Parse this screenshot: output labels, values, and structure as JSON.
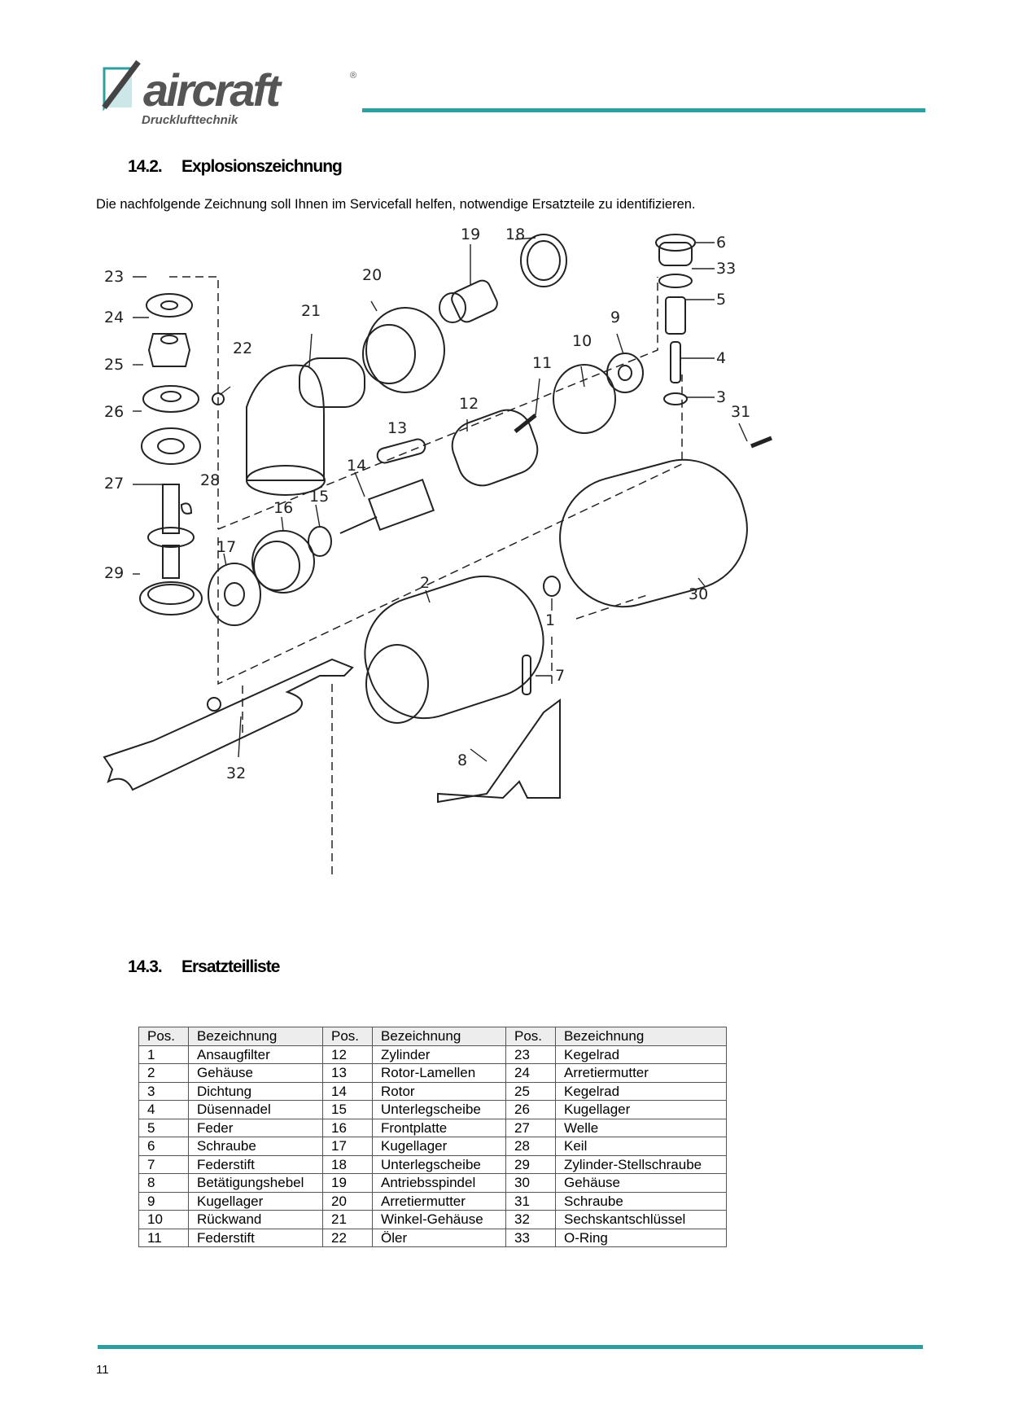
{
  "logo": {
    "brand": "aircraft",
    "tagline": "Drucklufttechnik",
    "color": "#2e9fa0"
  },
  "accent_color": "#2e9fa0",
  "section_explosion": {
    "number": "14.2.",
    "title": "Explosionszeichnung"
  },
  "intro": "Die nachfolgende Zeichnung soll Ihnen im Servicefall helfen, notwendige Ersatzteile zu identifizieren.",
  "drawing_labels": [
    "1",
    "2",
    "3",
    "4",
    "5",
    "6",
    "7",
    "8",
    "9",
    "10",
    "11",
    "12",
    "13",
    "14",
    "15",
    "16",
    "17",
    "18",
    "19",
    "20",
    "21",
    "22",
    "23",
    "24",
    "25",
    "26",
    "27",
    "28",
    "29",
    "30",
    "31",
    "32",
    "33"
  ],
  "section_parts": {
    "number": "14.3.",
    "title": "Ersatzteilliste"
  },
  "parts_table": {
    "headers": [
      "Pos.",
      "Bezeichnung",
      "Pos.",
      "Bezeichnung",
      "Pos.",
      "Bezeichnung"
    ],
    "rows": [
      [
        "1",
        "Ansaugfilter",
        "12",
        "Zylinder",
        "23",
        "Kegelrad"
      ],
      [
        "2",
        "Gehäuse",
        "13",
        "Rotor-Lamellen",
        "24",
        "Arretiermutter"
      ],
      [
        "3",
        "Dichtung",
        "14",
        "Rotor",
        "25",
        "Kegelrad"
      ],
      [
        "4",
        "Düsennadel",
        "15",
        "Unterlegscheibe",
        "26",
        "Kugellager"
      ],
      [
        "5",
        "Feder",
        "16",
        "Frontplatte",
        "27",
        "Welle"
      ],
      [
        "6",
        "Schraube",
        "17",
        "Kugellager",
        "28",
        "Keil"
      ],
      [
        "7",
        "Federstift",
        "18",
        "Unterlegscheibe",
        "29",
        "Zylinder-Stellschraube"
      ],
      [
        "8",
        "Betätigungshebel",
        "19",
        "Antriebsspindel",
        "30",
        "Gehäuse"
      ],
      [
        "9",
        "Kugellager",
        "20",
        "Arretiermutter",
        "31",
        "Schraube"
      ],
      [
        "10",
        "Rückwand",
        "21",
        "Winkel-Gehäuse",
        "32",
        "Sechskantschlüssel"
      ],
      [
        "11",
        "Federstift",
        "22",
        "Öler",
        "33",
        "O-Ring"
      ]
    ]
  },
  "page_number": "11"
}
